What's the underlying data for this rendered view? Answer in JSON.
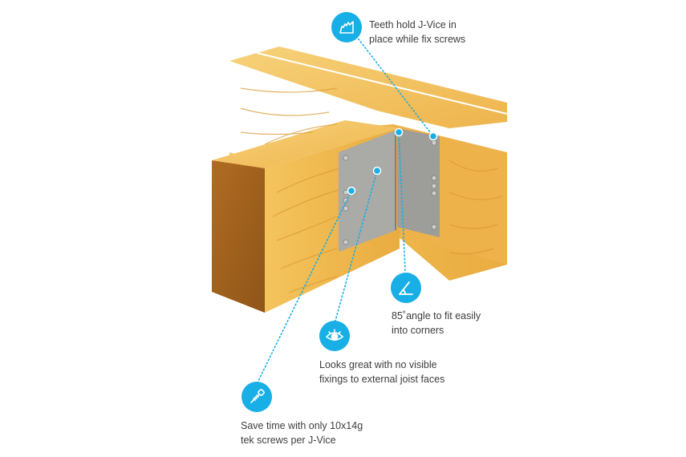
{
  "callouts": [
    {
      "icon": "teeth-icon",
      "lines": [
        "Teeth hold J-Vice in",
        "place while fix screws"
      ]
    },
    {
      "icon": "angle-icon",
      "lines": [
        "85˚angle to fit easily",
        "into corners"
      ]
    },
    {
      "icon": "eye-icon",
      "lines": [
        "Looks great with no visible",
        "fixings to external joist faces"
      ]
    },
    {
      "icon": "screw-icon",
      "lines": [
        "Save time with only 10x14g",
        "tek screws per J-Vice"
      ]
    }
  ],
  "colors": {
    "accent": "#18aee6",
    "wood_light": "#f3c35a",
    "wood_mid": "#e6a83c",
    "wood_dark": "#a8661f",
    "bracket": "#a9a9a6",
    "bracket_dark": "#8f8f8c",
    "text": "#3d3d3d"
  }
}
